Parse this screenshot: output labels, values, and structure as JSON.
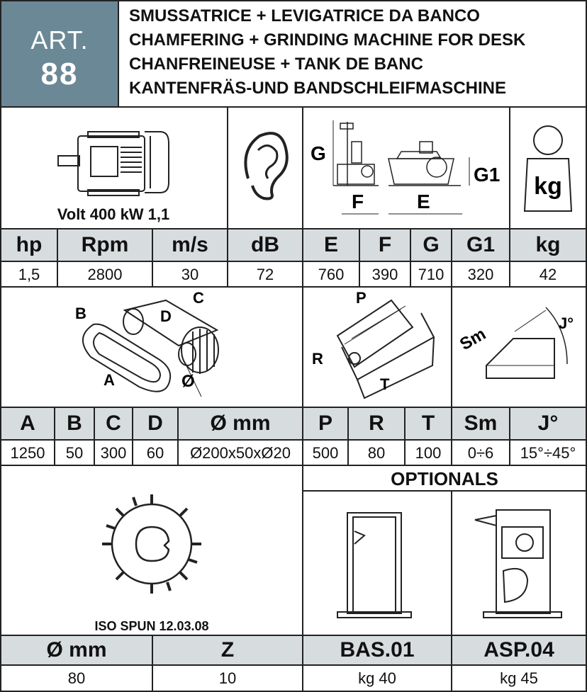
{
  "header": {
    "art_label": "ART.",
    "art_number": "88",
    "title_lines": [
      "SMUSSATRICE + LEVIGATRICE DA BANCO",
      "CHAMFERING + GRINDING MACHINE FOR DESK",
      "CHANFREINEUSE + TANK DE BANC",
      "KANTENFRÄS-UND BANDSCHLEIFMASCHINE"
    ]
  },
  "specs1": {
    "motor_caption": "Volt 400 kW 1,1",
    "dimension_labels": {
      "g": "G",
      "g1": "G1",
      "f": "F",
      "e": "E"
    },
    "weight_icon_label": "kg",
    "headers": [
      "hp",
      "Rpm",
      "m/s",
      "dB",
      "E",
      "F",
      "G",
      "G1",
      "kg"
    ],
    "values": [
      "1,5",
      "2800",
      "30",
      "72",
      "760",
      "390",
      "710",
      "320",
      "42"
    ]
  },
  "specs2": {
    "belt_labels": {
      "b": "B",
      "c": "C",
      "d": "D",
      "a": "A",
      "diameter": "Ø"
    },
    "table_labels": {
      "p": "P",
      "r": "R",
      "t": "T"
    },
    "angle_labels": {
      "sm": "Sm",
      "j": "J°"
    },
    "headers": [
      "A",
      "B",
      "C",
      "D",
      "Ø mm",
      "P",
      "R",
      "T",
      "Sm",
      "J°"
    ],
    "values": [
      "1250",
      "50",
      "300",
      "60",
      "Ø200x50xØ20",
      "500",
      "80",
      "100",
      "0÷6",
      "15°÷45°"
    ]
  },
  "bottom": {
    "tool_caption": "ISO SPUN 12.03.08",
    "optionals_title": "OPTIONALS",
    "headers": [
      "Ø mm",
      "Z",
      "BAS.01",
      "ASP.04"
    ],
    "values": [
      "80",
      "10",
      "kg 40",
      "kg 45"
    ]
  }
}
